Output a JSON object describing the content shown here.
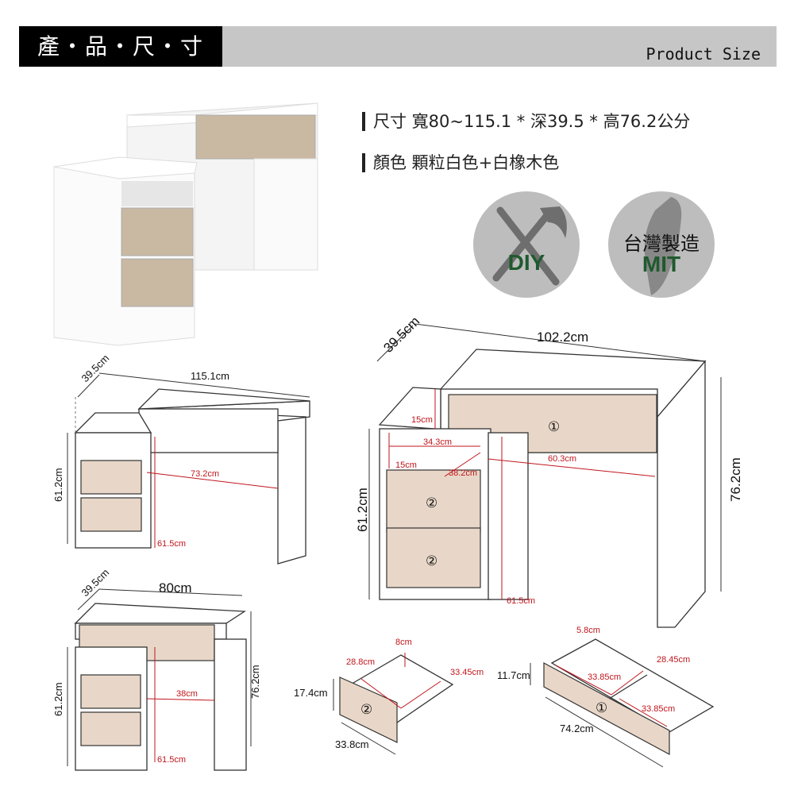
{
  "header": {
    "title_zh": "產・品・尺・寸",
    "title_en": "Product Size"
  },
  "specs": {
    "size": "尺寸 寬80~115.1 * 深39.5 * 高76.2公分",
    "color": "顏色 顆粒白色+白橡木色"
  },
  "badges": {
    "diy": {
      "label": "DIY",
      "color": "#1f5a2e"
    },
    "mit": {
      "label_zh": "台灣製造",
      "label": "MIT",
      "color": "#1f5a2e"
    }
  },
  "extended_view": {
    "depth": "39.5cm",
    "width": "115.1cm",
    "cabinet_height": "61.2cm",
    "inner_width": "73.2cm",
    "leg_height": "61.5cm"
  },
  "compact_view": {
    "depth": "39.5cm",
    "width": "80cm",
    "cabinet_height": "61.2cm",
    "inner_width": "38cm",
    "height": "76.2cm",
    "leg_height": "61.5cm"
  },
  "main_view": {
    "depth": "39.5cm",
    "width": "102.2cm",
    "shelf_top": "15cm",
    "shelf_width": "34.3cm",
    "shelf_gap": "15cm",
    "shelf_depth": "38.2cm",
    "knee_width": "60.3cm",
    "cabinet_height": "61.2cm",
    "height": "76.2cm",
    "leg_height": "61.5cm",
    "drawer1_mark": "①",
    "drawer2_mark_a": "②",
    "drawer2_mark_b": "②"
  },
  "drawer_small": {
    "inner_width": "28.8cm",
    "side_height": "8cm",
    "inner_depth": "33.45cm",
    "height": "17.4cm",
    "mark": "②",
    "width": "33.8cm"
  },
  "drawer_large": {
    "side_height": "5.8cm",
    "inner_width": "28.45cm",
    "inner_depth_a": "33.85cm",
    "height": "11.7cm",
    "mark": "①",
    "inner_depth_b": "33.85cm",
    "width": "74.2cm"
  }
}
